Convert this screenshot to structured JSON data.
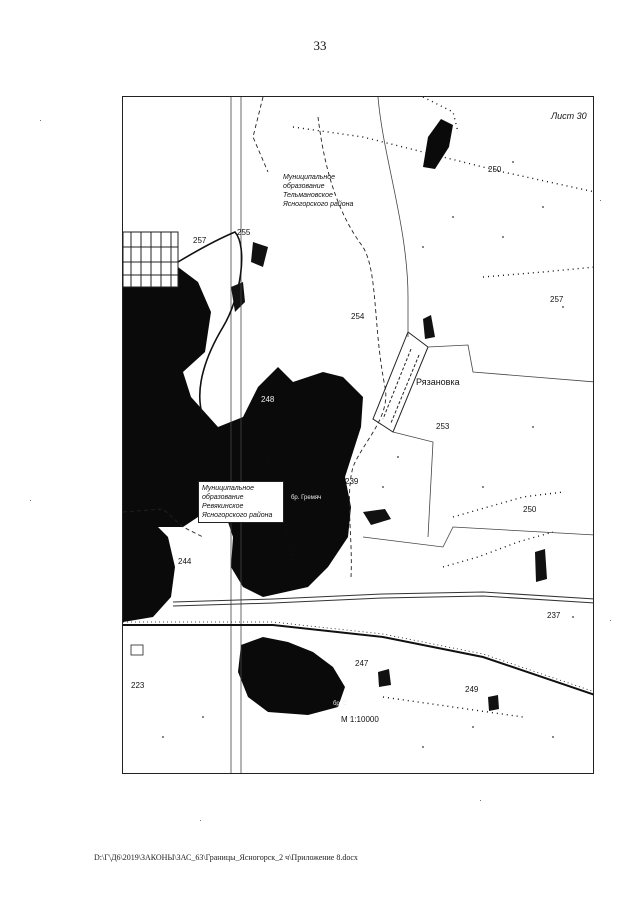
{
  "page": {
    "number": "33"
  },
  "map": {
    "sheet_label": "Лист 30",
    "scale_label": "М 1:10000",
    "settlement": "Рязановка",
    "municipality_top": [
      "Муниципальное",
      "образование",
      "Тельмановское",
      "Ясногорского района"
    ],
    "municipality_box": [
      "Муниципальное",
      "образование",
      "Ревякинское",
      "Ясногорского района"
    ],
    "parcels": {
      "p250a": "250",
      "p257a": "257",
      "p255": "255",
      "p257b": "257",
      "p254": "254",
      "p248": "248",
      "p253": "253",
      "p239": "239",
      "p250b": "250",
      "p244": "244",
      "p237": "237",
      "p247": "247",
      "p249": "249",
      "p223": "223"
    },
    "forest_labels": {
      "f1": "бр. Гремяч",
      "f2": "бр. С"
    }
  },
  "footer": {
    "path": "D:\\Г\\Д6\\2019\\ЗАКОНЫ\\ЗАС_63\\Границы_Ясногорск_2 ч\\Приложение 8.docx"
  }
}
